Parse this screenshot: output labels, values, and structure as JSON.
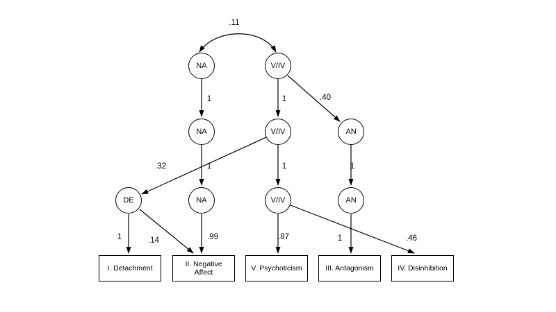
{
  "diagram": {
    "correlation_label": ".11",
    "nodes": {
      "na_top": "NA",
      "viv_top": "V/IV",
      "na_mid": "NA",
      "viv_mid": "V/IV",
      "an_mid": "AN",
      "de_l3": "DE",
      "na_l3": "NA",
      "viv_l3": "V/IV",
      "an_l3": "AN"
    },
    "boxes": {
      "detachment": "I. Detachment",
      "negative_affect": "II. Negative Affect",
      "psychoticism": "V. Psychoticism",
      "antagonism": "III. Antagonism",
      "disinhibition": "IV. Disinhibition"
    },
    "coefficients": {
      "na_top_to_na_mid": "1",
      "viv_top_to_viv_mid": "1",
      "viv_top_to_an_mid": ".40",
      "na_mid_to_na_l3": "1",
      "viv_mid_to_viv_l3": "1",
      "viv_mid_to_de_l3": ".32",
      "an_mid_to_an_l3": "1",
      "de_to_detachment": "1",
      "de_to_negative_affect": ".14",
      "na_to_negative_affect": ".99",
      "viv_to_psychoticism": ".87",
      "an_to_antagonism": "1",
      "viv_to_disinhibition": ".46"
    }
  }
}
